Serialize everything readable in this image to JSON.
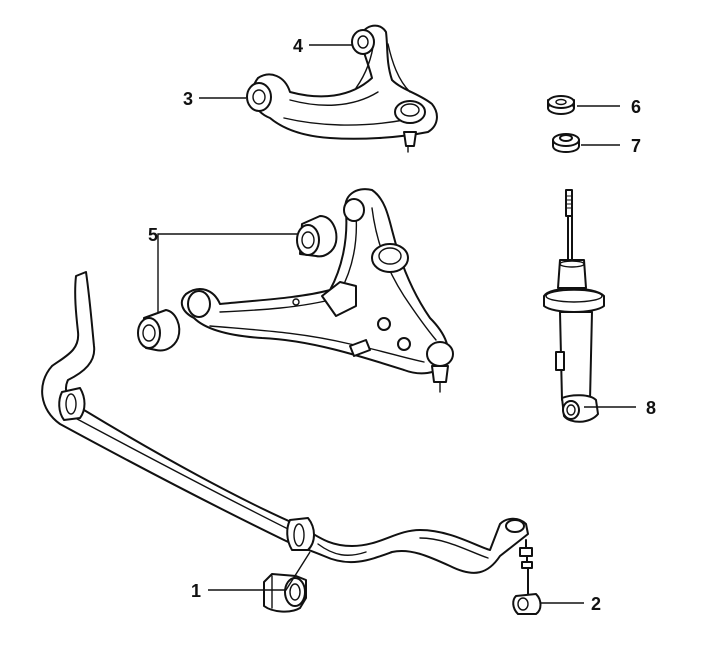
{
  "diagram": {
    "callouts": [
      {
        "id": "1",
        "text": "1"
      },
      {
        "id": "2",
        "text": "2"
      },
      {
        "id": "3",
        "text": "3"
      },
      {
        "id": "4",
        "text": "4"
      },
      {
        "id": "5",
        "text": "5"
      },
      {
        "id": "6",
        "text": "6"
      },
      {
        "id": "7",
        "text": "7"
      },
      {
        "id": "8",
        "text": "8"
      }
    ],
    "colors": {
      "line": "#111111",
      "background": "#ffffff"
    }
  }
}
